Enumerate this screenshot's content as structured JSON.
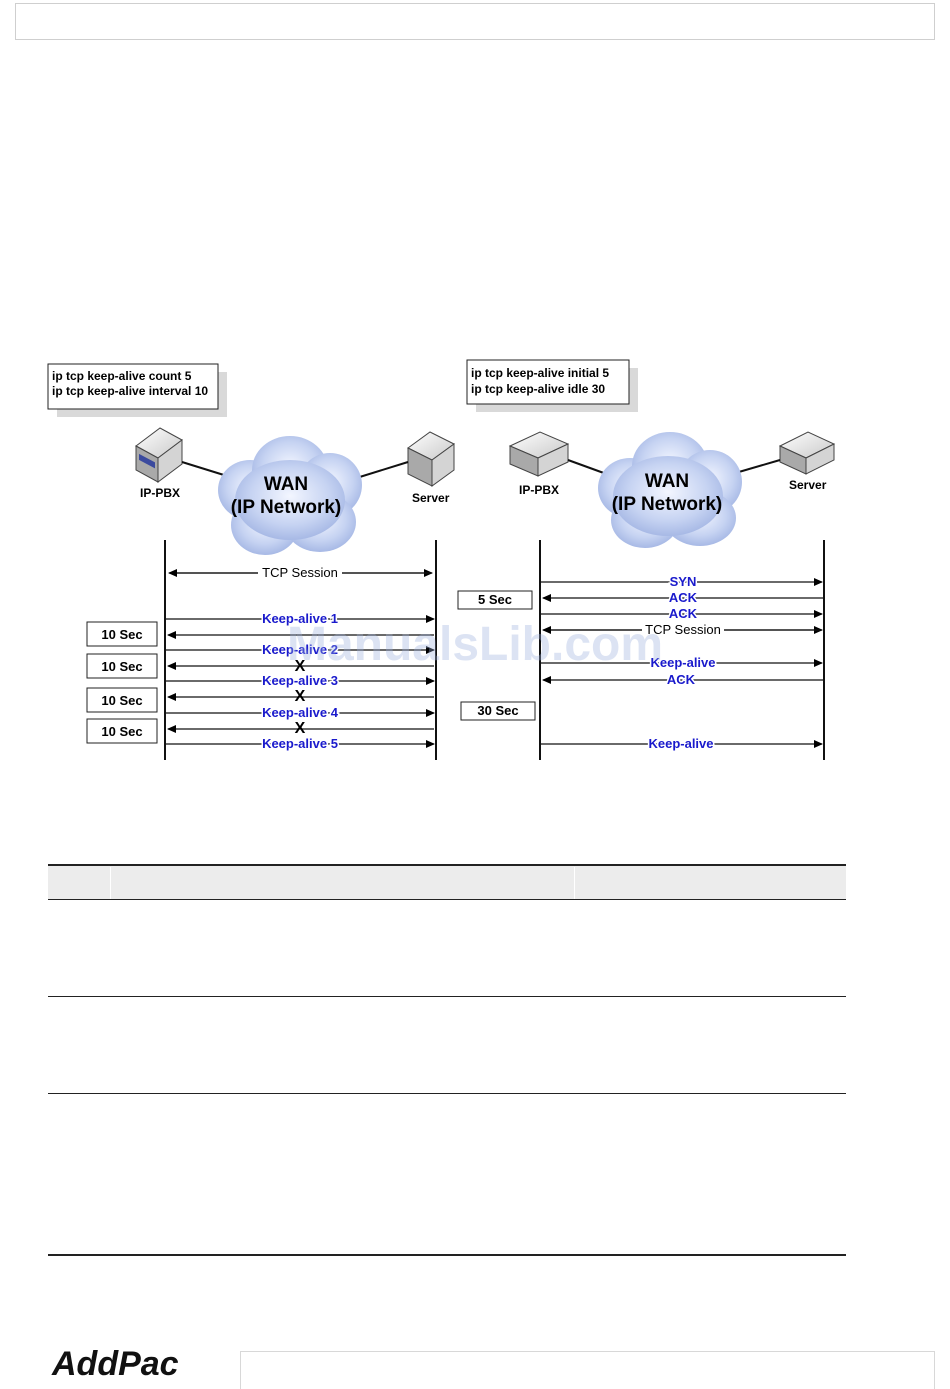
{
  "left_diagram": {
    "config_lines": [
      "ip tcp keep-alive count 5",
      "ip tcp keep-alive interval 10"
    ],
    "node_left": "IP-PBX",
    "node_right": "Server",
    "cloud_line1": "WAN",
    "cloud_line2": "(IP Network)",
    "session_label": "TCP Session",
    "keepalives": [
      "Keep-alive 1",
      "Keep-alive 2",
      "Keep-alive 3",
      "Keep-alive 4",
      "Keep-alive 5"
    ],
    "timers": [
      "10 Sec",
      "10 Sec",
      "10 Sec",
      "10 Sec"
    ],
    "fail_mark": "X"
  },
  "right_diagram": {
    "config_lines": [
      "ip tcp keep-alive initial 5",
      "ip tcp keep-alive idle 30"
    ],
    "node_left": "IP-PBX",
    "node_right": "Server",
    "cloud_line1": "WAN",
    "cloud_line2": "(IP Network)",
    "messages": [
      "SYN",
      "ACK",
      "ACK",
      "TCP Session",
      "Keep-alive",
      "ACK",
      "Keep-alive"
    ],
    "timers": [
      "5 Sec",
      "30 Sec"
    ]
  },
  "watermark": "ManualsLib.com",
  "footer": {
    "logo": "AddPac"
  },
  "colors": {
    "message_blue": "#1a1acc",
    "cloud": "#b8c8ec",
    "table_header": "#ececec"
  }
}
